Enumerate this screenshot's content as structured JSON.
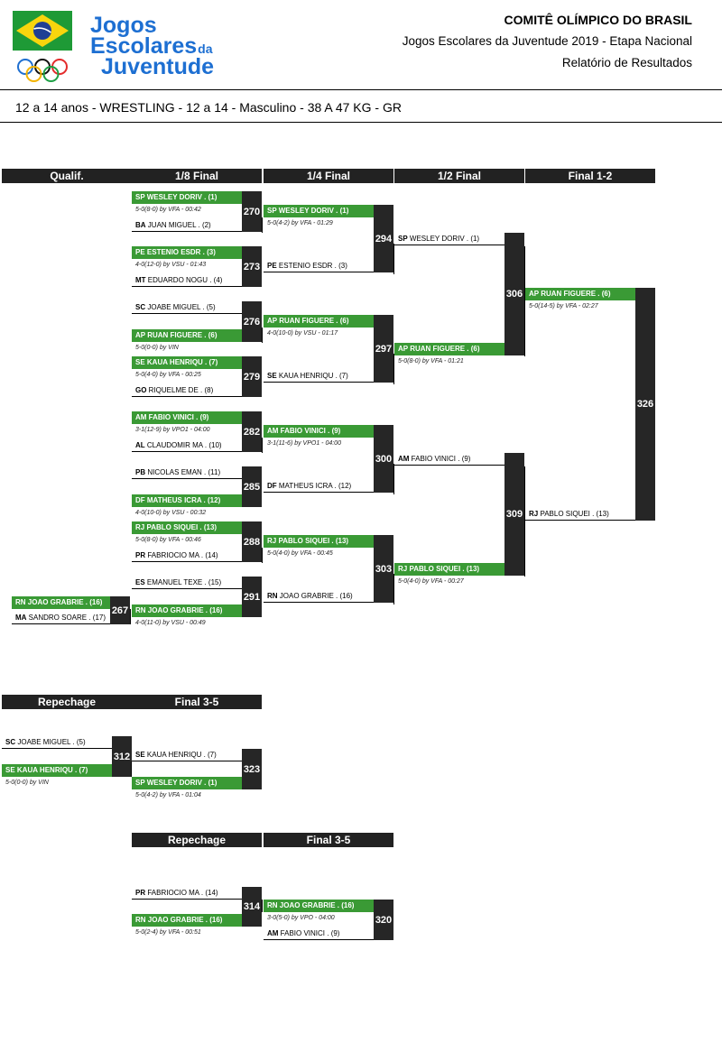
{
  "header": {
    "logo": {
      "line1": "Jogos",
      "line2a": "Escolares",
      "line2b": "da",
      "line3": "Juventude"
    },
    "organization": "COMITÊ OLÍMPICO DO BRASIL",
    "event": "Jogos Escolares da Juventude 2019 - Etapa Nacional",
    "report": "Relatório de Resultados"
  },
  "category": "12 a 14 anos - WRESTLING - 12 a 14 - Masculino - 38 A 47 KG - GR",
  "colors": {
    "winner": "#3a9a35",
    "header_dark": "#222222",
    "match_box": "#262626",
    "flag_green": "#1e9a36",
    "flag_yellow": "#f8d50d",
    "flag_blue": "#1f3f94"
  },
  "main_bracket": {
    "columns": [
      "Qualif.",
      "1/8 Final",
      "1/4 Final",
      "1/2 Final",
      "Final 1-2"
    ],
    "qualif": [
      {
        "match": "267",
        "top": {
          "code": "RN",
          "name": "JOAO GRABRIE . (16)",
          "winner": true
        },
        "bottom": {
          "code": "MA",
          "name": "SANDRO SOARE . (17)",
          "winner": false
        }
      }
    ],
    "round_of_16": [
      {
        "match": "270",
        "top": {
          "code": "SP",
          "name": "WESLEY DORIV . (1)",
          "winner": true,
          "result": "5-0(8-0) by VFA - 00:42"
        },
        "bottom": {
          "code": "BA",
          "name": "JUAN MIGUEL . (2)",
          "winner": false
        }
      },
      {
        "match": "273",
        "top": {
          "code": "PE",
          "name": "ESTENIO ESDR . (3)",
          "winner": true,
          "result": "4-0(12-0) by VSU - 01:43"
        },
        "bottom": {
          "code": "MT",
          "name": "EDUARDO NOGU . (4)",
          "winner": false
        }
      },
      {
        "match": "276",
        "top": {
          "code": "SC",
          "name": "JOABE MIGUEL . (5)",
          "winner": false
        },
        "bottom": {
          "code": "AP",
          "name": "RUAN FIGUERE . (6)",
          "winner": true,
          "result": "5-0(0-0) by VIN"
        }
      },
      {
        "match": "279",
        "top": {
          "code": "SE",
          "name": "KAUA HENRIQU . (7)",
          "winner": true,
          "result": "5-0(4-0) by VFA - 00:25"
        },
        "bottom": {
          "code": "GO",
          "name": "RIQUELME DE . (8)",
          "winner": false
        }
      },
      {
        "match": "282",
        "top": {
          "code": "AM",
          "name": "FABIO VINICI . (9)",
          "winner": true,
          "result": "3-1(12-9) by VPO1 - 04:00"
        },
        "bottom": {
          "code": "AL",
          "name": "CLAUDOMIR MA . (10)",
          "winner": false
        }
      },
      {
        "match": "285",
        "top": {
          "code": "PB",
          "name": "NICOLAS EMAN . (11)",
          "winner": false
        },
        "bottom": {
          "code": "DF",
          "name": "MATHEUS ICRA . (12)",
          "winner": true,
          "result": "4-0(10-0) by VSU - 00:32"
        }
      },
      {
        "match": "288",
        "top": {
          "code": "RJ",
          "name": "PABLO SIQUEI . (13)",
          "winner": true,
          "result": "5-0(8-0) by VFA - 00:46"
        },
        "bottom": {
          "code": "PR",
          "name": "FABRIOCIO MA . (14)",
          "winner": false
        }
      },
      {
        "match": "291",
        "top": {
          "code": "ES",
          "name": "EMANUEL TEXE . (15)",
          "winner": false
        },
        "bottom": {
          "code": "RN",
          "name": "JOAO GRABRIE . (16)",
          "winner": true,
          "result": "4-0(11-0) by VSU - 00:49"
        }
      }
    ],
    "quarterfinals": [
      {
        "match": "294",
        "top": {
          "code": "SP",
          "name": "WESLEY DORIV . (1)",
          "winner": true,
          "result": "5-0(4-2) by VFA - 01:29"
        },
        "bottom": {
          "code": "PE",
          "name": "ESTENIO ESDR . (3)",
          "winner": false
        }
      },
      {
        "match": "297",
        "top": {
          "code": "AP",
          "name": "RUAN FIGUERE . (6)",
          "winner": true,
          "result": "4-0(10-0) by VSU - 01:17"
        },
        "bottom": {
          "code": "SE",
          "name": "KAUA HENRIQU . (7)",
          "winner": false
        }
      },
      {
        "match": "300",
        "top": {
          "code": "AM",
          "name": "FABIO VINICI . (9)",
          "winner": true,
          "result": "3-1(11-6) by VPO1 - 04:00"
        },
        "bottom": {
          "code": "DF",
          "name": "MATHEUS ICRA . (12)",
          "winner": false
        }
      },
      {
        "match": "303",
        "top": {
          "code": "RJ",
          "name": "PABLO SIQUEI . (13)",
          "winner": true,
          "result": "5-0(4-0) by VFA - 00:45"
        },
        "bottom": {
          "code": "RN",
          "name": "JOAO GRABRIE . (16)",
          "winner": false
        }
      }
    ],
    "semifinals": [
      {
        "match": "306",
        "top": {
          "code": "SP",
          "name": "WESLEY DORIV . (1)",
          "winner": false
        },
        "bottom": {
          "code": "AP",
          "name": "RUAN FIGUERE . (6)",
          "winner": true,
          "result": "5-0(8-0) by VFA - 01:21"
        }
      },
      {
        "match": "309",
        "top": {
          "code": "AM",
          "name": "FABIO VINICI . (9)",
          "winner": false
        },
        "bottom": {
          "code": "RJ",
          "name": "PABLO SIQUEI . (13)",
          "winner": true,
          "result": "5-0(4-0) by VFA - 00:27"
        }
      }
    ],
    "final": {
      "match": "326",
      "top": {
        "code": "AP",
        "name": "RUAN FIGUERE . (6)",
        "winner": true,
        "result": "5-0(14-5) by VFA - 02:27"
      },
      "bottom": {
        "code": "RJ",
        "name": "PABLO SIQUEI . (13)",
        "winner": false
      }
    }
  },
  "repechage_1": {
    "columns": [
      "Repechage",
      "Final 3-5"
    ],
    "repechage": {
      "match": "312",
      "top": {
        "code": "SC",
        "name": "JOABE MIGUEL . (5)",
        "winner": false
      },
      "bottom": {
        "code": "SE",
        "name": "KAUA HENRIQU . (7)",
        "winner": true,
        "result": "5-0(0-0) by VIN"
      }
    },
    "final": {
      "match": "323",
      "top": {
        "code": "SE",
        "name": "KAUA HENRIQU . (7)",
        "winner": false
      },
      "bottom": {
        "code": "SP",
        "name": "WESLEY DORIV . (1)",
        "winner": true,
        "result": "5-0(4-2) by VFA - 01:04"
      }
    }
  },
  "repechage_2": {
    "columns": [
      "Repechage",
      "Final 3-5"
    ],
    "repechage": {
      "match": "314",
      "top": {
        "code": "PR",
        "name": "FABRIOCIO MA . (14)",
        "winner": false
      },
      "bottom": {
        "code": "RN",
        "name": "JOAO GRABRIE . (16)",
        "winner": true,
        "result": "5-0(2-4) by VFA - 00:51"
      }
    },
    "final": {
      "match": "320",
      "top": {
        "code": "RN",
        "name": "JOAO GRABRIE . (16)",
        "winner": true,
        "result": "3-0(5-0) by VPO - 04:00"
      },
      "bottom": {
        "code": "AM",
        "name": "FABIO VINICI . (9)",
        "winner": false
      }
    }
  }
}
